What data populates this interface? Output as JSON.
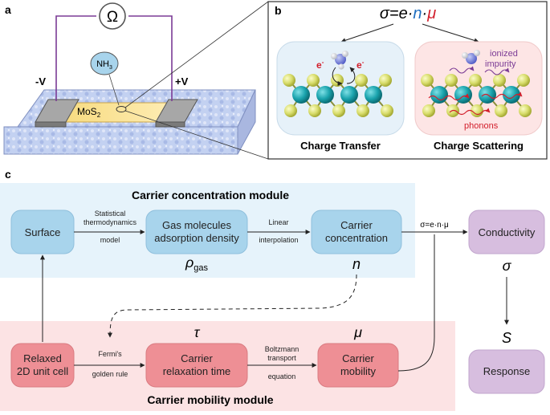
{
  "panel_a": {
    "label": "a",
    "ohm_symbol": "Ω",
    "neg_label": "-V",
    "pos_label": "+V",
    "gas": "NH",
    "gas_sub": "3",
    "material": "MoS",
    "material_sub": "2"
  },
  "panel_b": {
    "label": "b",
    "formula": {
      "sigma": "σ",
      "eq": "=",
      "e": "e",
      "dot1": "·",
      "n": "n",
      "dot2": "·",
      "mu": "μ"
    },
    "electron_left": "e",
    "electron_right": "e",
    "electron_sup": "-",
    "ionized_line1": "ionized",
    "ionized_line2": "impurity",
    "phonons": "phonons",
    "charge_transfer": "Charge Transfer",
    "charge_scattering": "Charge Scattering"
  },
  "panel_c": {
    "label": "c",
    "concentration_module_title": "Carrier concentration module",
    "mobility_module_title": "Carrier mobility module",
    "surface": "Surface",
    "stat_line1": "Statistical",
    "stat_line2": "thermodynamics",
    "stat_line3": "model",
    "gas_density_line1": "Gas molecules",
    "gas_density_line2": "adsorption density",
    "rho_symbol": "ρ",
    "rho_sub": "gas",
    "linear_line1": "Linear",
    "linear_line2": "interpolation",
    "carrier_conc_line1": "Carrier",
    "carrier_conc_line2": "concentration",
    "n_symbol": "n",
    "formula_text": "σ=e·n·μ",
    "conductivity": "Conductivity",
    "sigma_symbol": "σ",
    "s_symbol": "S",
    "response": "Response",
    "relaxed_line1": "Relaxed",
    "relaxed_line2": "2D unit cell",
    "fermi_line1": "Fermi's",
    "fermi_line2": "golden rule",
    "relax_time_line1": "Carrier",
    "relax_time_line2": "relaxation time",
    "tau_symbol": "τ",
    "boltz_line1": "Boltzmann",
    "boltz_line2": "transport",
    "boltz_line3": "equation",
    "mobility_line1": "Carrier",
    "mobility_line2": "mobility",
    "mu_symbol": "μ"
  },
  "colors": {
    "blue_box": "#a8d4ec",
    "red_box": "#ee8f95",
    "purple_box": "#d7bedf",
    "conc_bg": "#e6f3fb",
    "mob_bg": "#fce3e4",
    "wire": "#7b3b95",
    "accent_blue": "#1f6fc1",
    "accent_red": "#d21e2b"
  }
}
